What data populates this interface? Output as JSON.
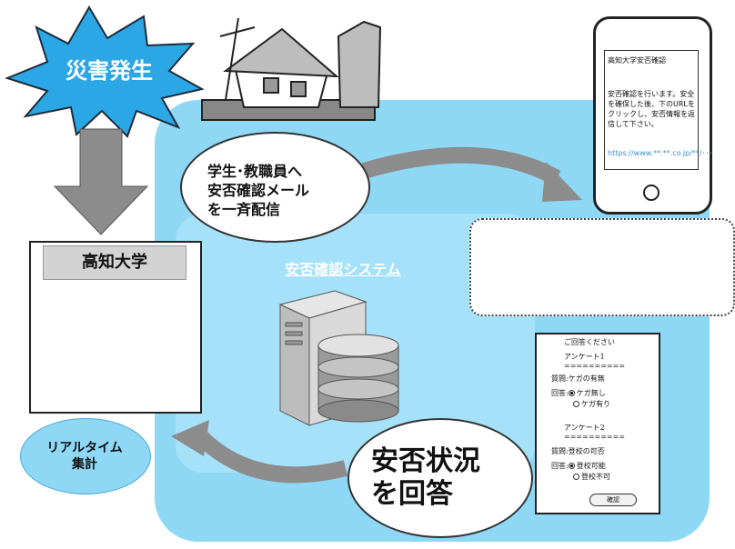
{
  "disaster": {
    "label": "災害発生"
  },
  "university": {
    "label": "高知大学"
  },
  "realtime": {
    "line1": "リアルタイム",
    "line2": "集計"
  },
  "system": {
    "title": "安否確認システム"
  },
  "send_bubble": {
    "line1": "学生･教職員へ",
    "line2": "安否確認メール",
    "line3": "を一斉配信"
  },
  "reply_bubble": {
    "line1": "安否状況",
    "line2": "を回答"
  },
  "phone": {
    "title": "高知大学安否確認",
    "body": "安否確認を行います。安全を確保した後、下のURLをクリックし、安否情報を返信して下さい。",
    "url": "https://www.**.**.co.jp/**/･･･"
  },
  "survey": {
    "header": "ご回答ください",
    "q1_title": "アンケート1",
    "q1_rule": "==========",
    "q1_question_label": "質問:",
    "q1_question": "ケガの有無",
    "q1_answer_label": "回答:",
    "q1_opt1": "ケガ無し",
    "q1_opt2": "ケガ有り",
    "q2_title": "アンケート2",
    "q2_rule": "==========",
    "q2_question_label": "質問:",
    "q2_question": "登校の可否",
    "q2_answer_label": "回答:",
    "q2_opt1": "登校可能",
    "q2_opt2": "登校不可",
    "confirm": "確認"
  },
  "colors": {
    "system_bg": "#8ed8f6",
    "starburst": "#2ba7e6",
    "arrow": "#8c8c8c"
  }
}
